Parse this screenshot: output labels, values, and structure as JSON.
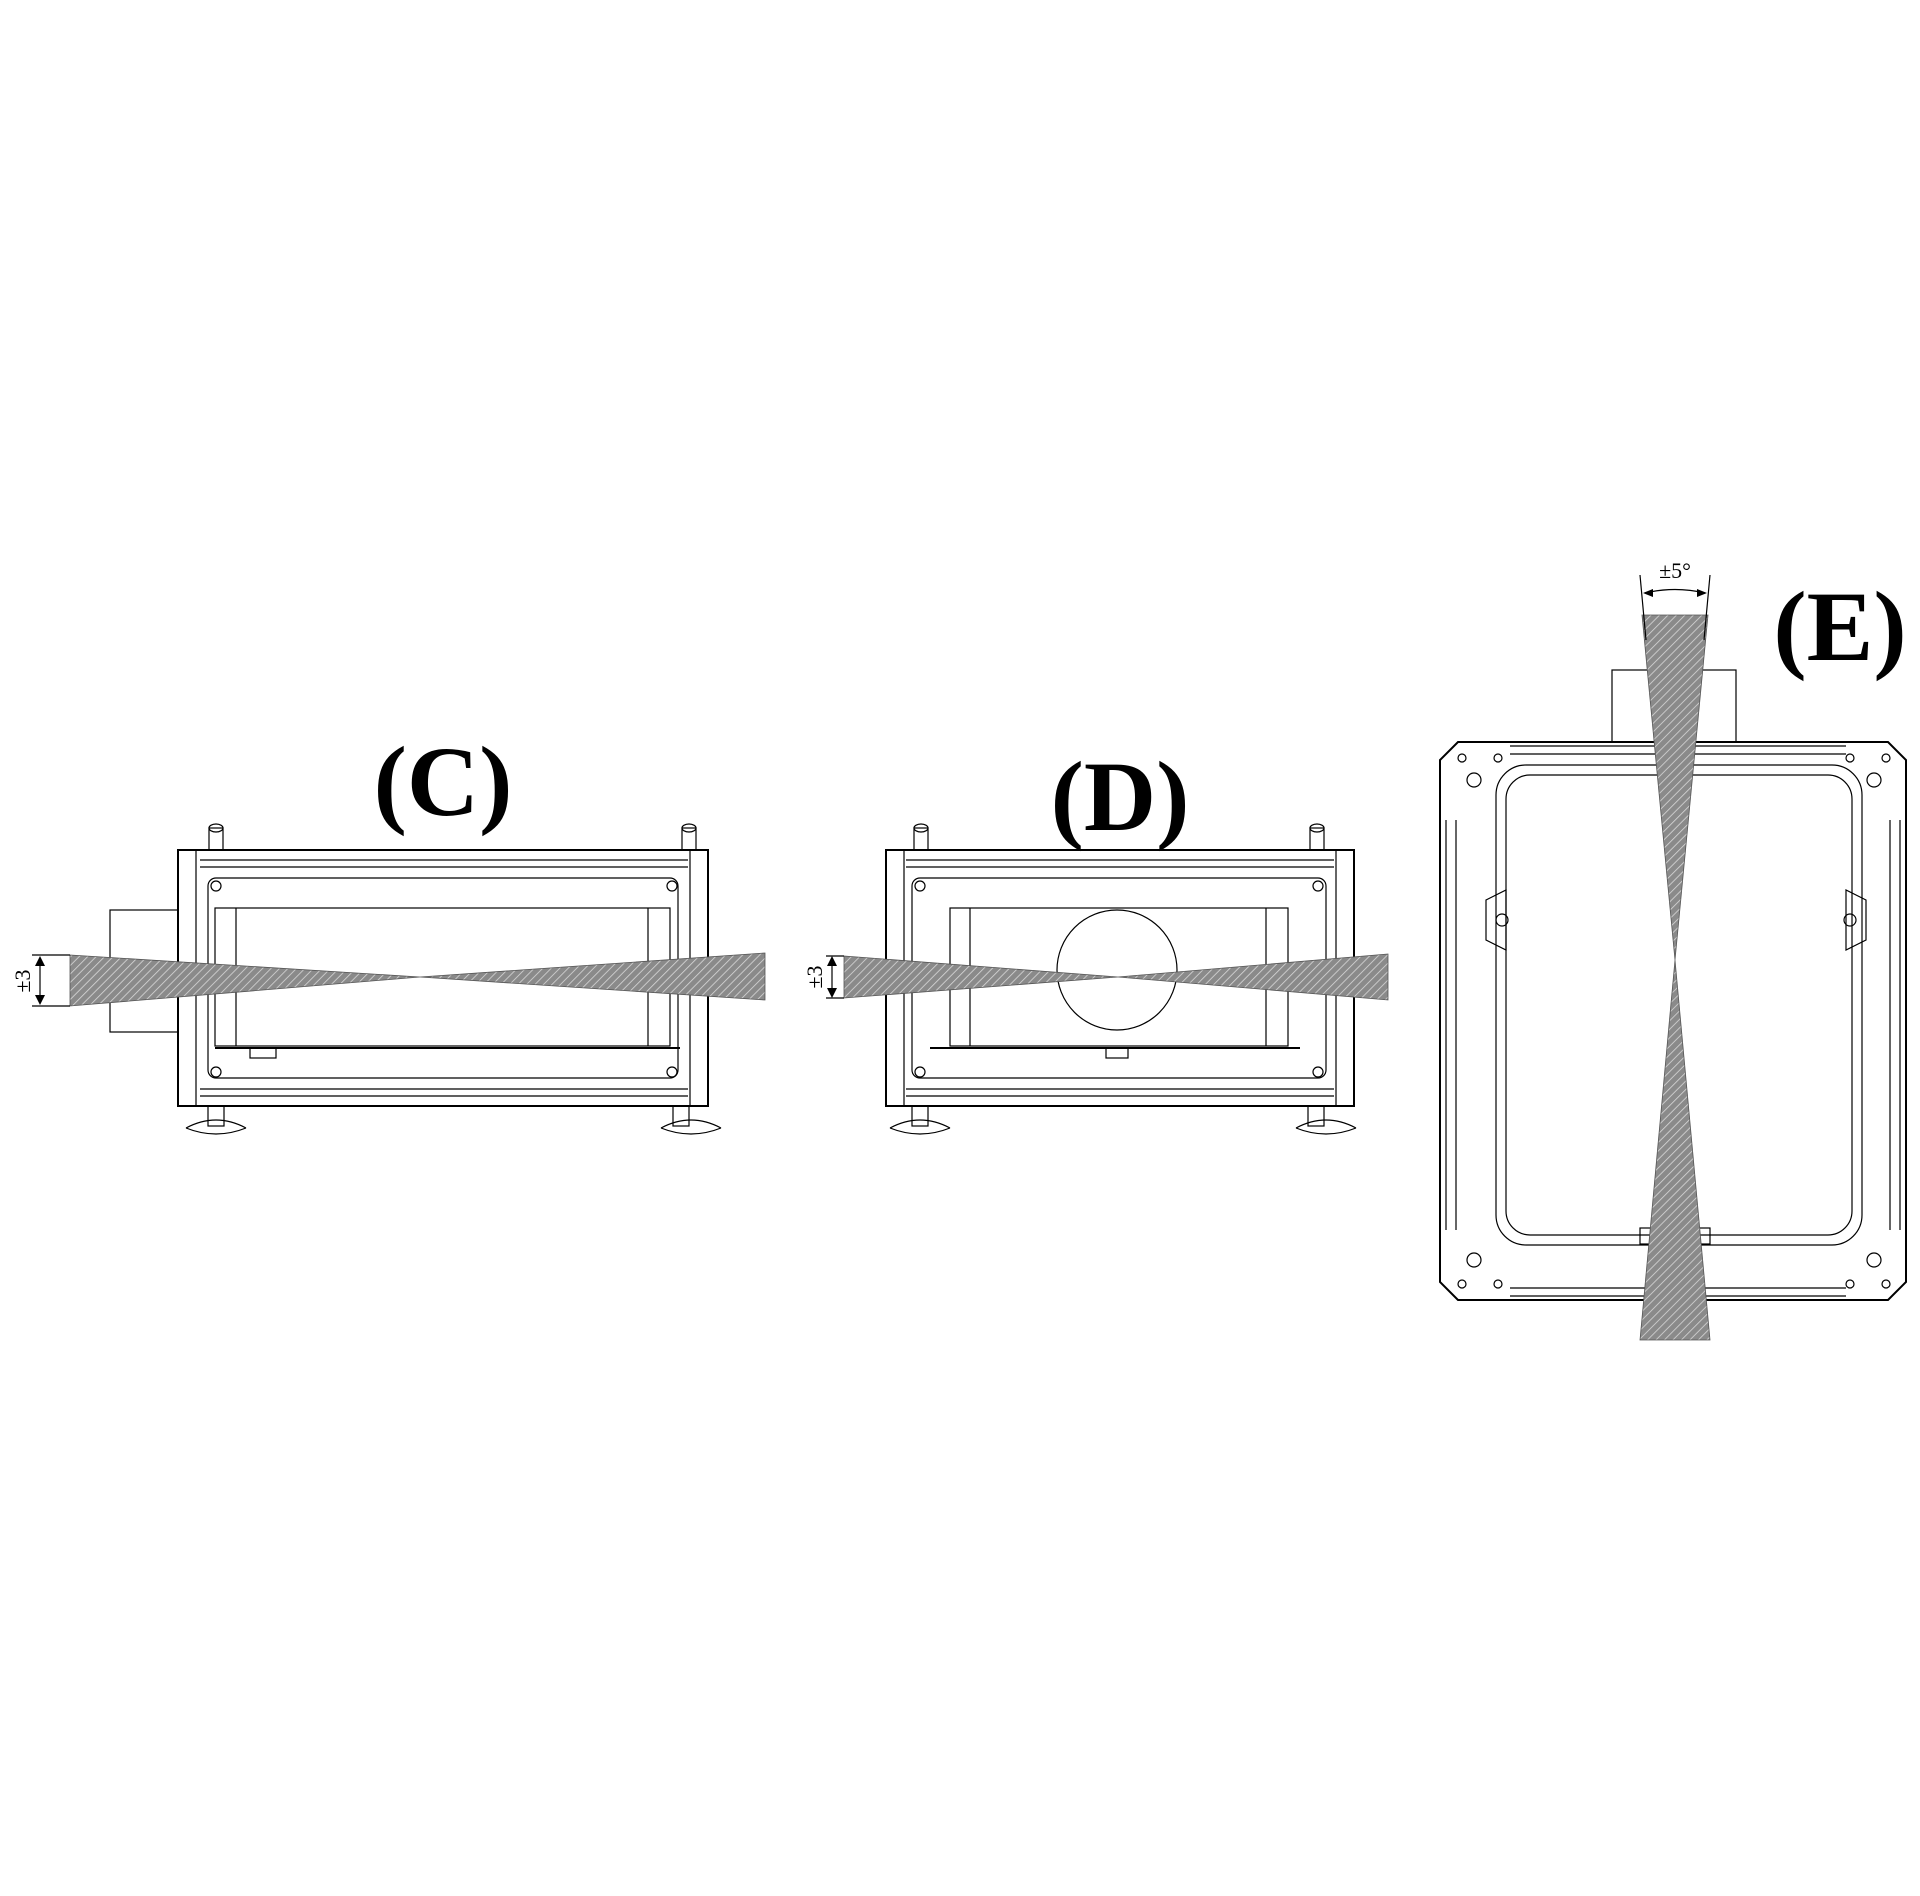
{
  "panels": [
    {
      "label": "(C)",
      "tolerance": "±3"
    },
    {
      "label": "(D)",
      "tolerance": "±3"
    },
    {
      "label": "(E)",
      "tolerance": "±5°"
    }
  ],
  "colors": {
    "beam": "#8a8a8a",
    "line": "#000000",
    "background": "#ffffff"
  }
}
